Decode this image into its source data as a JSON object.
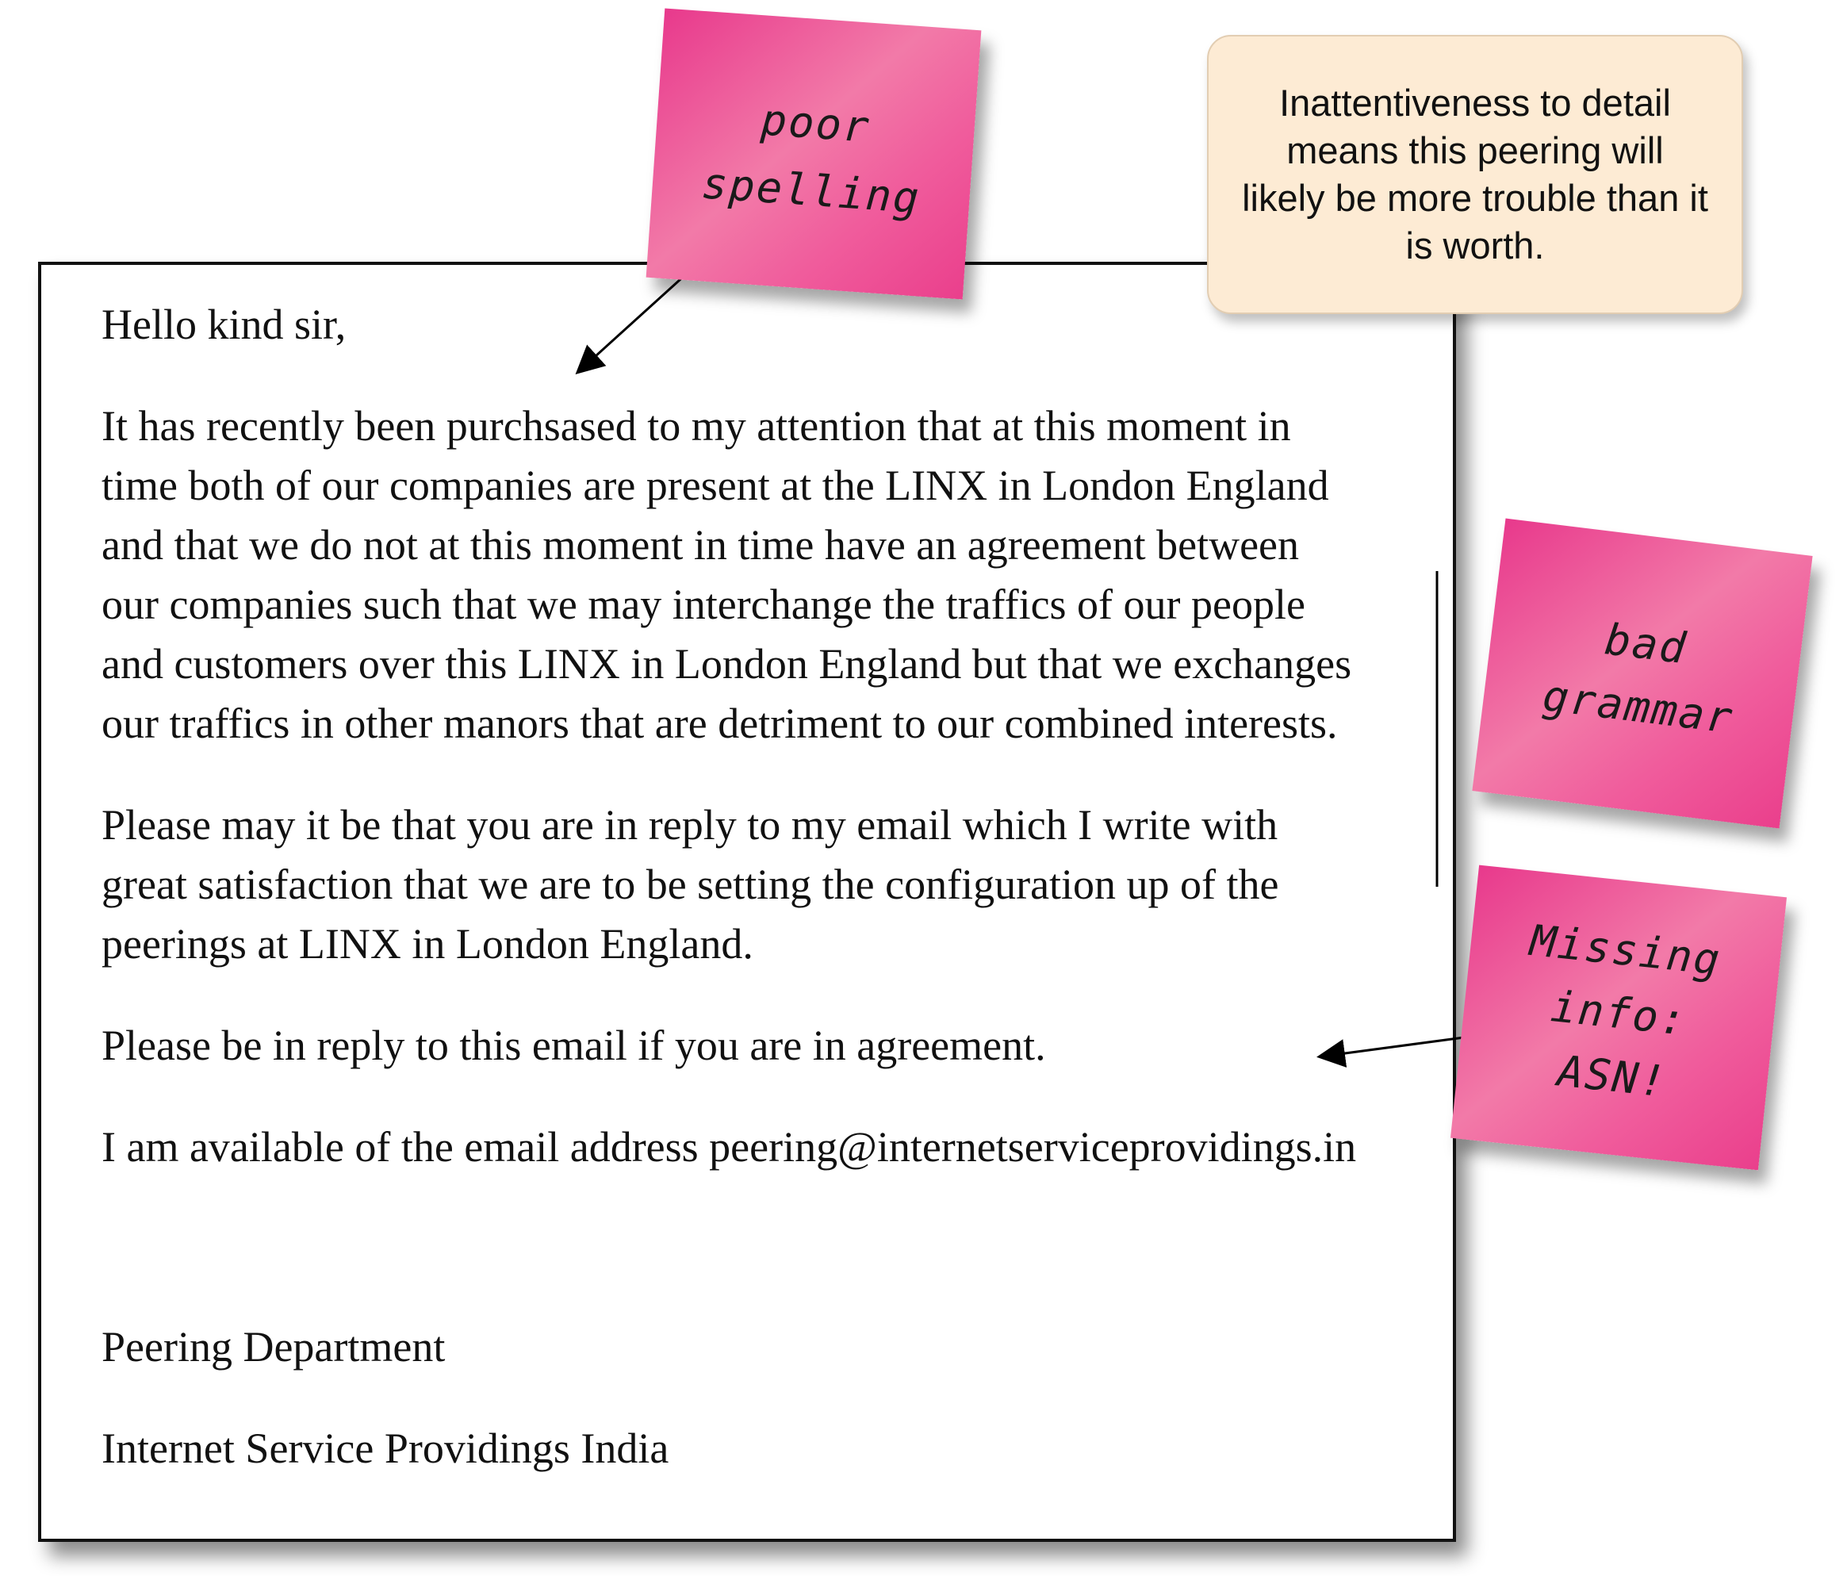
{
  "letter": {
    "greeting": "Hello kind sir,",
    "paragraph1": [
      "It has recently been purchsased to my attention that at this moment in",
      "time both of our companies are present at the LINX in London England",
      "and that we do not at this moment in time have an agreement between",
      "our companies such that we may interchange the traffics of our people",
      "and customers over this LINX in London England but that we exchanges",
      "our traffics in other manors that are detriment to our combined interests."
    ],
    "paragraph2": [
      "Please may it be that you are in reply to my email which I write with",
      "great satisfaction that we are to be setting the configuration up of the",
      "peerings at LINX in London England."
    ],
    "paragraph3": "Please be in reply to this email if you are in agreement.",
    "paragraph4": "I am available of the email address peering@internetserviceprovidings.in",
    "signature_line1": "Peering Department",
    "signature_line2": "Internet Service Providings India"
  },
  "notes": {
    "spelling": [
      "poor",
      "spelling"
    ],
    "grammar": [
      "bad",
      "grammar"
    ],
    "missing": [
      "Missing",
      "info:",
      "ASN!"
    ]
  },
  "callout": {
    "lines": [
      "Inattentiveness to detail",
      "means this peering will",
      "likely be more trouble than it",
      "is worth."
    ]
  },
  "colors": {
    "sticky_pink": "#ec4f94",
    "callout_bg": "#fdebd4",
    "ink": "#111111"
  }
}
